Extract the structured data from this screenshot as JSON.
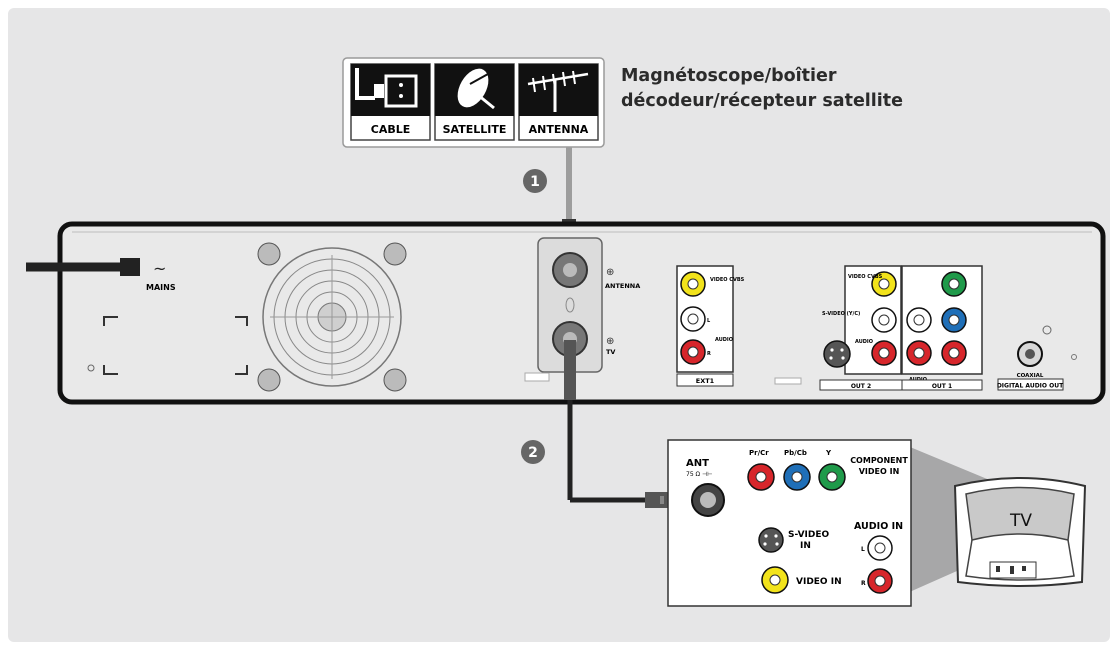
{
  "source_box": {
    "cable_label": "CABLE",
    "satellite_label": "SATELLITE",
    "antenna_label": "ANTENNA",
    "caption_line1": "Magnétoscope/boîtier",
    "caption_line2": "décodeur/récepteur satellite"
  },
  "steps": {
    "step1": "1",
    "step2": "2"
  },
  "recorder_panel": {
    "mains": "MAINS",
    "antenna": "ANTENNA",
    "tv": "TV",
    "video_cvbs": "VIDEO CVBS",
    "audio": "AUDIO",
    "ext1": "EXT1",
    "video_cvbs_2": "VIDEO CVBS",
    "s_video": "S-VIDEO (Y/C)",
    "audio_2": "AUDIO",
    "out2": "OUT 2",
    "audio_3": "AUDIO",
    "out1": "OUT 1",
    "coaxial": "COAXIAL",
    "digital_audio_out": "DIGITAL AUDIO OUT",
    "l": "L",
    "r": "R"
  },
  "tv_panel": {
    "ant": "ANT",
    "ant_ohm": "75 Ω ⊣⊢",
    "pr_cr": "Pr/Cr",
    "pb_cb": "Pb/Cb",
    "y": "Y",
    "component_line1": "COMPONENT",
    "component_line2": "VIDEO IN",
    "s_video_line1": "S-VIDEO",
    "s_video_line2": "IN",
    "audio_in": "AUDIO IN",
    "video_in": "VIDEO IN",
    "l": "L",
    "r": "R"
  },
  "tv_set": {
    "label": "TV"
  },
  "colors": {
    "background": "#e6e6e7",
    "yellow_jack": "#f2e31b",
    "red_jack": "#d7262b",
    "green_jack": "#1f9a4a",
    "blue_jack": "#1f6fb8"
  }
}
